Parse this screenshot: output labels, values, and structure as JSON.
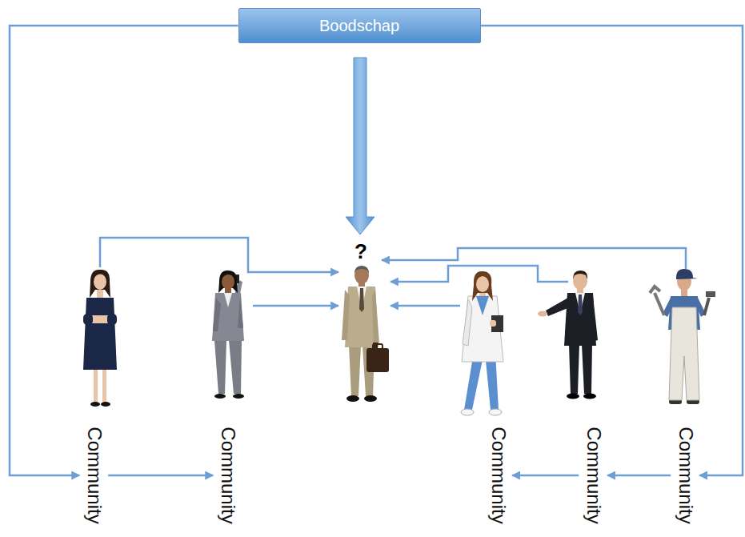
{
  "diagram": {
    "nodes": [
      {
        "text": [
          "Boodschap"
        ]
      },
      {
        "text": [
          "?"
        ]
      },
      {
        "text": [
          "Community"
        ]
      },
      {
        "text": [
          "Community"
        ]
      },
      {
        "text": [
          "Community"
        ]
      },
      {
        "text": [
          "Community"
        ]
      },
      {
        "text": [
          "Community"
        ]
      }
    ],
    "edges": [
      {
        "from": 0,
        "to": 2,
        "arrow": "to"
      },
      {
        "from": 0,
        "to": 6,
        "arrow": "to"
      },
      {
        "from": 0,
        "to": 1,
        "arrow": "to"
      },
      {
        "from": 2,
        "to": 3,
        "arrow": "to"
      },
      {
        "from": 6,
        "to": 5,
        "arrow": "to"
      },
      {
        "from": 5,
        "to": 4,
        "arrow": "to"
      }
    ]
  }
}
